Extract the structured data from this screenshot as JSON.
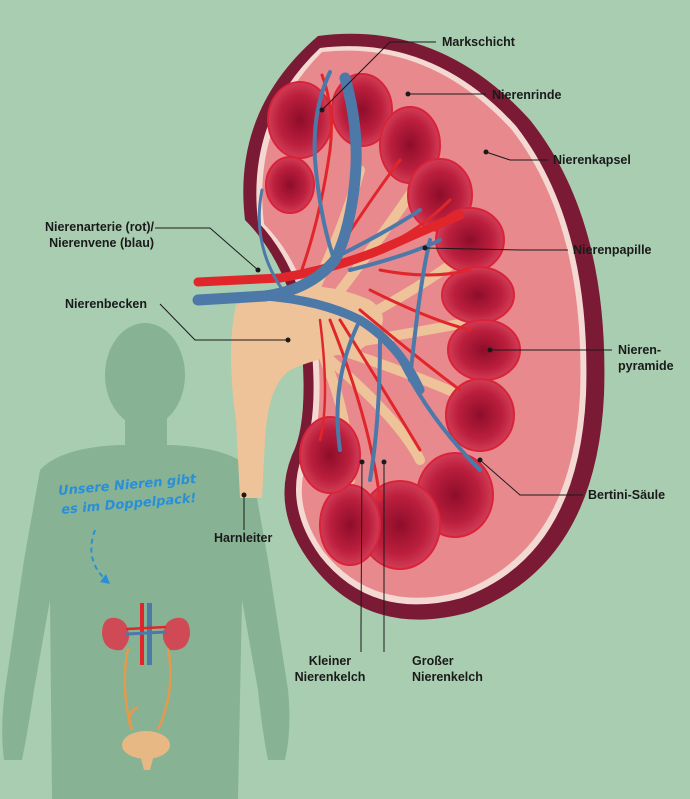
{
  "labels": {
    "markschicht": "Markschicht",
    "nierenrinde": "Nierenrinde",
    "nierenkapsel": "Nierenkapsel",
    "nierenarterie_l1": "Nierenarterie (rot)/",
    "nierenarterie_l2": "Nierenvene (blau)",
    "nierenpapille": "Nierenpapille",
    "nierenbecken": "Nierenbecken",
    "nierenpyramide_l1": "Nieren-",
    "nierenpyramide_l2": "pyramide",
    "bertini": "Bertini-Säule",
    "harnleiter": "Harnleiter",
    "kleiner_l1": "Kleiner",
    "kleiner_l2": "Nierenkelch",
    "grosser_l1": "Großer",
    "grosser_l2": "Nierenkelch"
  },
  "note": {
    "line1": "Unsere Nieren gibt",
    "line2": "es im Doppelpack!"
  },
  "colors": {
    "background": "#a9cdb0",
    "silhouette": "#87b394",
    "capsule": "#7a1a34",
    "cortex": "#e88a8d",
    "pyramid": "#b81c3c",
    "artery": "#e0262b",
    "vein": "#4d79a9",
    "pelvis": "#eec39a",
    "note": "#2a8fd6"
  }
}
